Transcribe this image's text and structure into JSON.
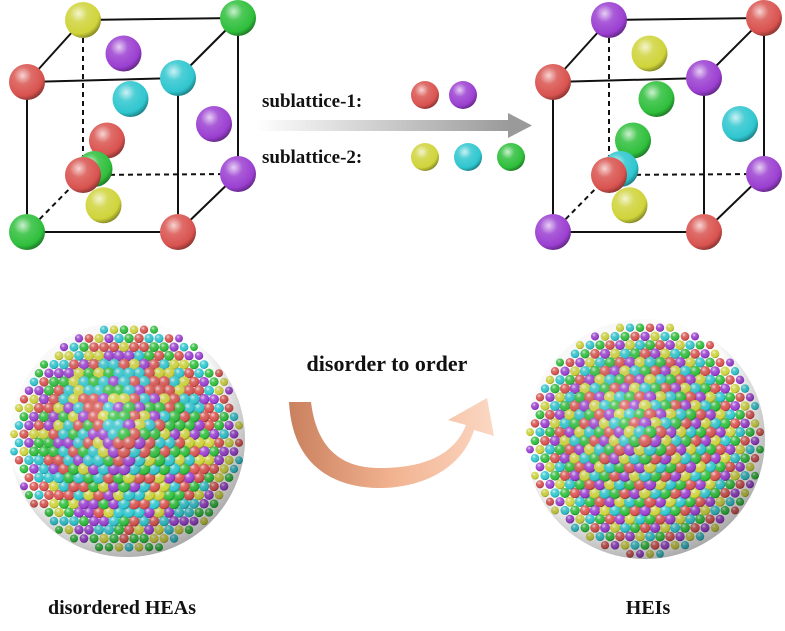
{
  "colors": {
    "red": "#d9534f",
    "purple": "#9b3fd1",
    "yellow": "#cfd43a",
    "cyan": "#2fc6cf",
    "green": "#2fbf3c",
    "arrow_curve": "#e8a07a",
    "arrow_straight": "#a8a8a8",
    "line": "#111111"
  },
  "sublattices": [
    {
      "label": "sublattice-1:",
      "atoms": [
        "red",
        "purple"
      ]
    },
    {
      "label": "sublattice-2:",
      "atoms": [
        "yellow",
        "cyan",
        "green"
      ]
    }
  ],
  "transition_label": "disorder to order",
  "left_caption": "disordered HEAs",
  "right_caption": "HEIs",
  "left_cell": {
    "corners": [
      "yellow",
      "green",
      "red",
      "cyan",
      "red",
      "purple",
      "green",
      "red"
    ],
    "faces": [
      "purple",
      "cyan",
      "purple",
      "red",
      "green",
      "yellow"
    ]
  },
  "right_cell": {
    "corners": [
      "purple",
      "red",
      "red",
      "purple",
      "red",
      "purple",
      "purple",
      "red"
    ],
    "faces": [
      "yellow",
      "green",
      "cyan",
      "green",
      "cyan",
      "yellow"
    ]
  }
}
